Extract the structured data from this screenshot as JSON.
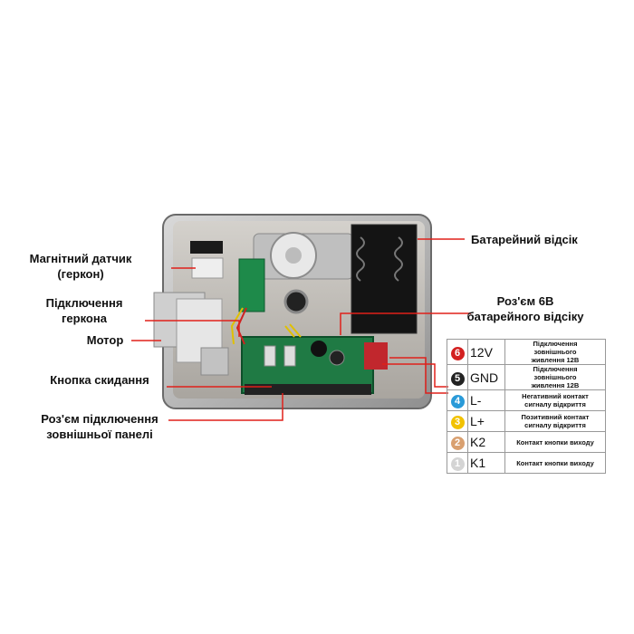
{
  "labels": {
    "reed_sensor": [
      "Магнітний датчик",
      "(геркон)"
    ],
    "reed_connection": [
      "Підключення",
      "геркона"
    ],
    "motor": "Мотор",
    "reset_button": "Кнопка скидання",
    "panel_connector": [
      "Роз'єм підключення",
      "зовнішньої панелі"
    ],
    "battery_compartment": "Батарейний відсік",
    "battery_connector": [
      "Роз'єм 6В",
      "батарейного відсіку"
    ]
  },
  "pinout": [
    {
      "number": "6",
      "pin": "12V",
      "color": "#d32020",
      "description": [
        "Підключення",
        "зовнішнього",
        "живлення 12В"
      ]
    },
    {
      "number": "5",
      "pin": "GND",
      "color": "#222222",
      "description": [
        "Підключення",
        "зовнішнього",
        "живлення 12В"
      ]
    },
    {
      "number": "4",
      "pin": "L-",
      "color": "#2a9ad8",
      "description": [
        "Негативний контакт",
        "сигналу відкриття"
      ]
    },
    {
      "number": "3",
      "pin": "L+",
      "color": "#f2c200",
      "description": [
        "Позитивний контакт",
        "сигналу відкриття"
      ]
    },
    {
      "number": "2",
      "pin": "K2",
      "color": "#d9a070",
      "description": [
        "Контакт кнопки виходу"
      ]
    },
    {
      "number": "1",
      "pin": "K1",
      "color": "#d4d4d4",
      "description": [
        "Контакт кнопки виходу"
      ]
    }
  ],
  "colors": {
    "leader_line": "#e0201a"
  }
}
